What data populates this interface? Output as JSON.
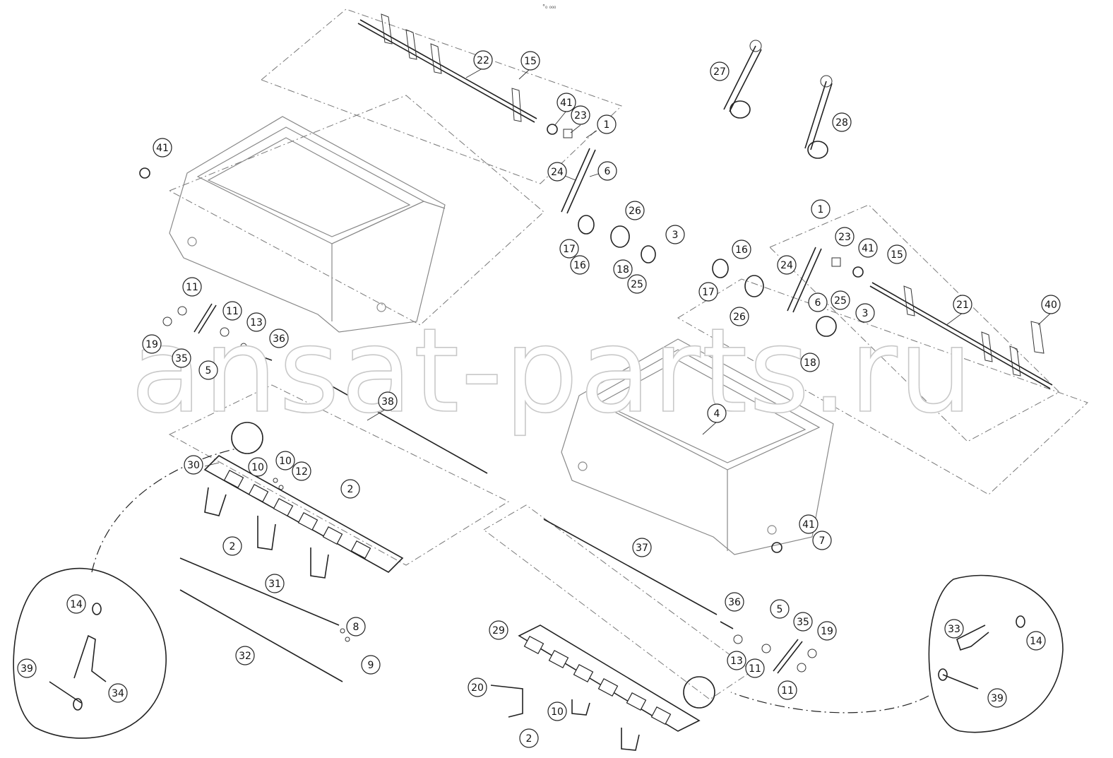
{
  "watermark": "ansat-parts.ru",
  "top_mark": "°₀ ₀₀₀",
  "callouts": [
    {
      "label": "22"
    },
    {
      "label": "15"
    },
    {
      "label": "41"
    },
    {
      "label": "23"
    },
    {
      "label": "1"
    },
    {
      "label": "27"
    },
    {
      "label": "28"
    },
    {
      "label": "41"
    },
    {
      "label": "24"
    },
    {
      "label": "6"
    },
    {
      "label": "26"
    },
    {
      "label": "3"
    },
    {
      "label": "17"
    },
    {
      "label": "16"
    },
    {
      "label": "18"
    },
    {
      "label": "25"
    },
    {
      "label": "1"
    },
    {
      "label": "16"
    },
    {
      "label": "23"
    },
    {
      "label": "41"
    },
    {
      "label": "15"
    },
    {
      "label": "24"
    },
    {
      "label": "17"
    },
    {
      "label": "6"
    },
    {
      "label": "26"
    },
    {
      "label": "25"
    },
    {
      "label": "3"
    },
    {
      "label": "21"
    },
    {
      "label": "40"
    },
    {
      "label": "18"
    },
    {
      "label": "11"
    },
    {
      "label": "11"
    },
    {
      "label": "13"
    },
    {
      "label": "36"
    },
    {
      "label": "19"
    },
    {
      "label": "35"
    },
    {
      "label": "5"
    },
    {
      "label": "38"
    },
    {
      "label": "4"
    },
    {
      "label": "30"
    },
    {
      "label": "10"
    },
    {
      "label": "10"
    },
    {
      "label": "12"
    },
    {
      "label": "2"
    },
    {
      "label": "2"
    },
    {
      "label": "41"
    },
    {
      "label": "7"
    },
    {
      "label": "37"
    },
    {
      "label": "31"
    },
    {
      "label": "8"
    },
    {
      "label": "32"
    },
    {
      "label": "9"
    },
    {
      "label": "14"
    },
    {
      "label": "39"
    },
    {
      "label": "34"
    },
    {
      "label": "36"
    },
    {
      "label": "5"
    },
    {
      "label": "35"
    },
    {
      "label": "19"
    },
    {
      "label": "29"
    },
    {
      "label": "13"
    },
    {
      "label": "11"
    },
    {
      "label": "11"
    },
    {
      "label": "20"
    },
    {
      "label": "10"
    },
    {
      "label": "2"
    },
    {
      "label": "33"
    },
    {
      "label": "14"
    },
    {
      "label": "39"
    }
  ]
}
